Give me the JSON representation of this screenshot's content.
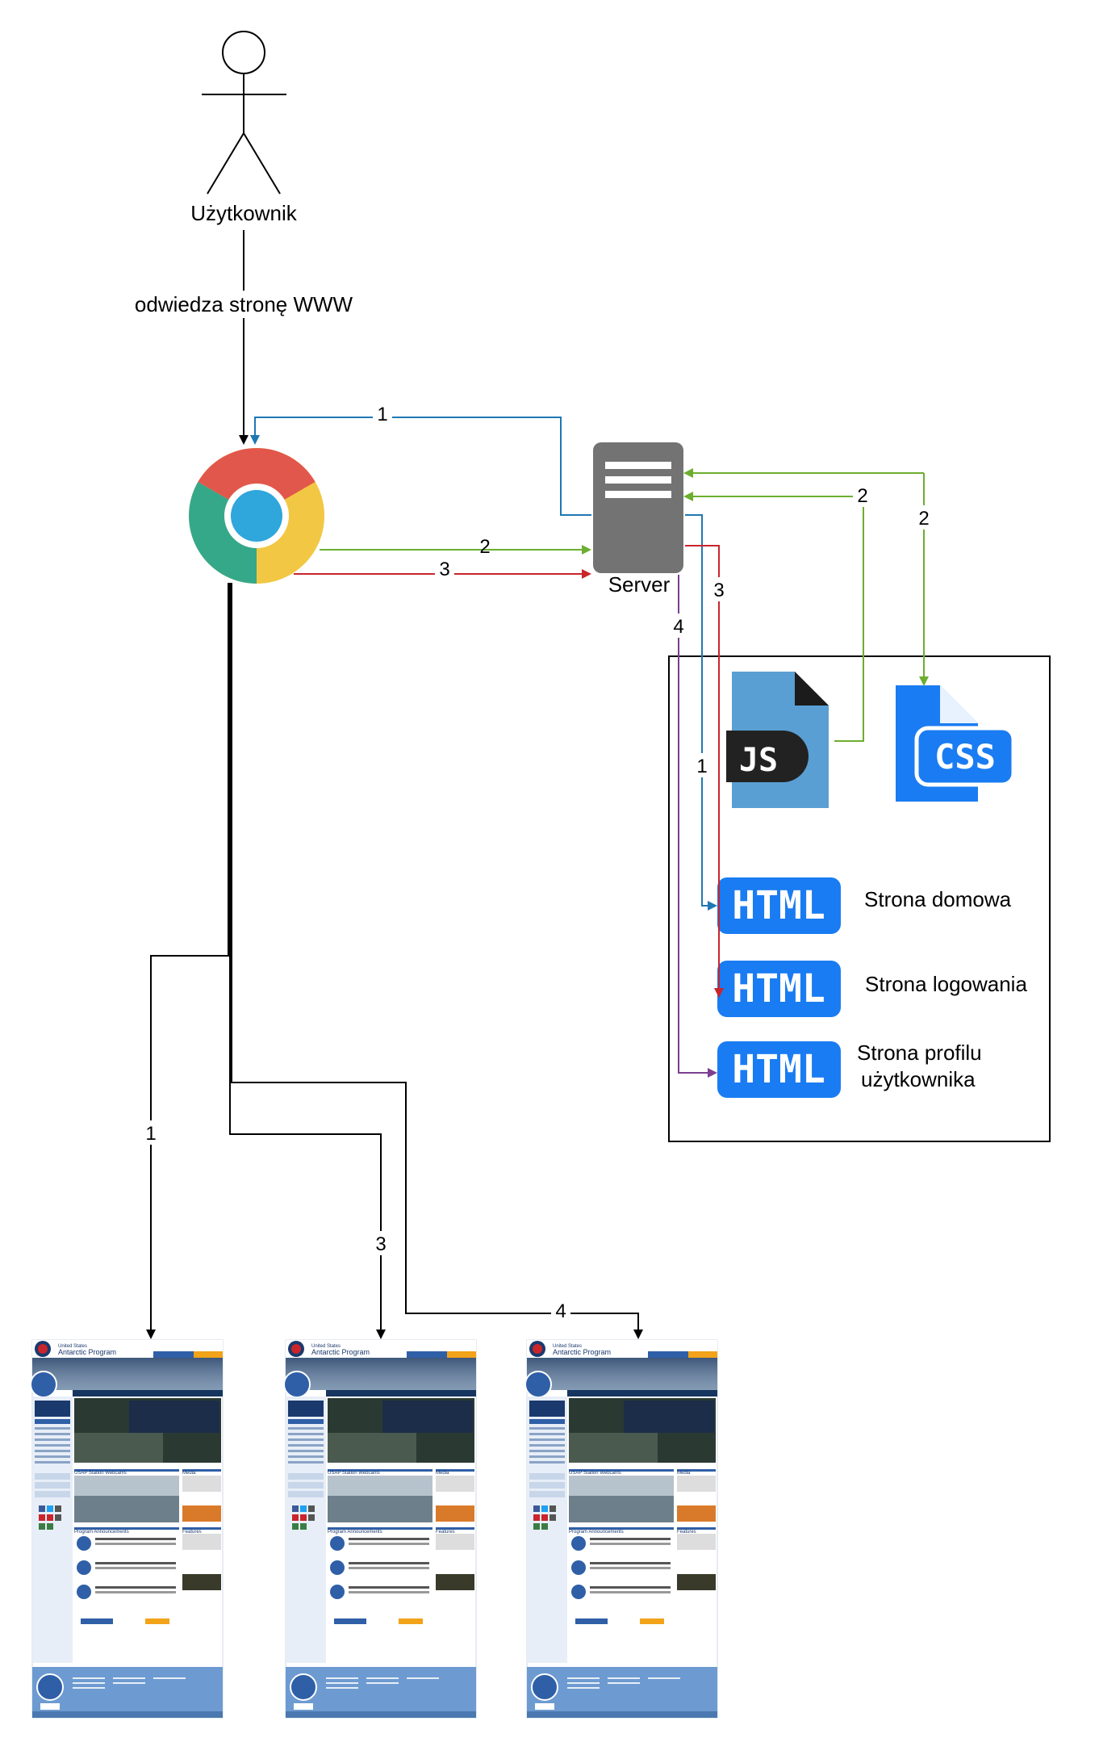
{
  "actor": {
    "label": "Użytkownik"
  },
  "edge_labels": {
    "visit": "odwiedza stronę WWW",
    "browser_to_server_1": "1",
    "browser_to_server_2": "2",
    "browser_to_server_3": "3",
    "server_to_js": "2",
    "server_to_css": "2",
    "server_to_home": "1",
    "server_to_login": "3",
    "server_to_profile": "4",
    "browser_to_page_1": "1",
    "browser_to_page_3": "3",
    "browser_to_page_4": "4"
  },
  "server": {
    "label": "Server"
  },
  "files": {
    "js": "JS",
    "css": "CSS",
    "html_badge": "HTML"
  },
  "pages": {
    "home": "Strona domowa",
    "login": "Strona logowania",
    "profile_line1": "Strona profilu",
    "profile_line2": "użytkownika"
  },
  "thumbnail": {
    "brand_small": "United States",
    "brand": "Antarctic Program",
    "section1": "USAP Station Webcams",
    "section2": "Program Announcements",
    "side1": "Media",
    "side2": "Features"
  },
  "colors": {
    "blue_flow": "#1f77b4",
    "green_flow": "#6cae2f",
    "red_flow": "#c9252b",
    "purple_flow": "#7b3f8f",
    "badge_blue": "#1a7cf2",
    "js_blue": "#5a9fd4"
  }
}
